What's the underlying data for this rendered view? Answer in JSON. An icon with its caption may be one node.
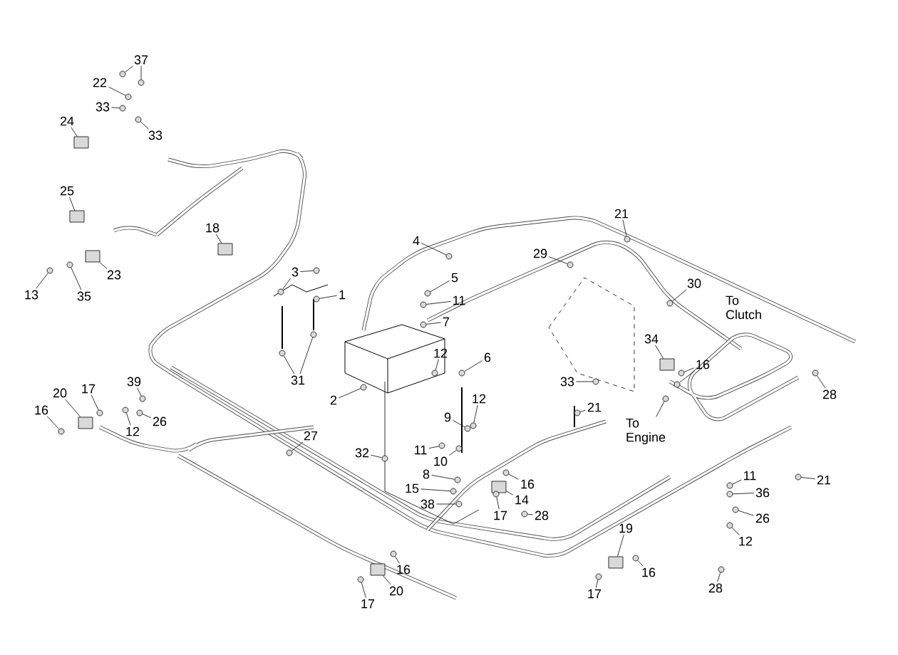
{
  "diagram": {
    "nodes": [
      {
        "text": [
          "37"
        ]
      },
      {
        "text": [
          "22"
        ]
      },
      {
        "text": [
          "33"
        ]
      },
      {
        "text": [
          "33"
        ]
      },
      {
        "text": [
          "24"
        ]
      },
      {
        "text": [
          "25"
        ]
      },
      {
        "text": [
          "23"
        ]
      },
      {
        "text": [
          "13"
        ]
      },
      {
        "text": [
          "35"
        ]
      },
      {
        "text": [
          "18"
        ]
      },
      {
        "text": [
          "3"
        ]
      },
      {
        "text": [
          "1"
        ]
      },
      {
        "text": [
          "31"
        ]
      },
      {
        "text": [
          "2"
        ]
      },
      {
        "text": [
          "4"
        ]
      },
      {
        "text": [
          "5"
        ]
      },
      {
        "text": [
          "11"
        ]
      },
      {
        "text": [
          "7"
        ]
      },
      {
        "text": [
          "12"
        ]
      },
      {
        "text": [
          "6"
        ]
      },
      {
        "text": [
          "12"
        ]
      },
      {
        "text": [
          "9"
        ]
      },
      {
        "text": [
          "11"
        ]
      },
      {
        "text": [
          "10"
        ]
      },
      {
        "text": [
          "8"
        ]
      },
      {
        "text": [
          "15"
        ]
      },
      {
        "text": [
          "38"
        ]
      },
      {
        "text": [
          "32"
        ]
      },
      {
        "text": [
          "27"
        ]
      },
      {
        "text": [
          "16"
        ]
      },
      {
        "text": [
          "14"
        ]
      },
      {
        "text": [
          "17"
        ]
      },
      {
        "text": [
          "28"
        ]
      },
      {
        "text": [
          "16"
        ]
      },
      {
        "text": [
          "20"
        ]
      },
      {
        "text": [
          "17"
        ]
      },
      {
        "text": [
          "16"
        ]
      },
      {
        "text": [
          "20"
        ]
      },
      {
        "text": [
          "17"
        ]
      },
      {
        "text": [
          "39"
        ]
      },
      {
        "text": [
          "12"
        ]
      },
      {
        "text": [
          "26"
        ]
      },
      {
        "text": [
          "21"
        ]
      },
      {
        "text": [
          "29"
        ]
      },
      {
        "text": [
          "30"
        ]
      },
      {
        "text": [
          "34"
        ]
      },
      {
        "text": [
          "16"
        ]
      },
      {
        "text": [
          "33"
        ]
      },
      {
        "text": [
          "21"
        ]
      },
      {
        "text": [
          "21"
        ]
      },
      {
        "text": [
          "11"
        ]
      },
      {
        "text": [
          "36"
        ]
      },
      {
        "text": [
          "26"
        ]
      },
      {
        "text": [
          "12"
        ]
      },
      {
        "text": [
          "19"
        ]
      },
      {
        "text": [
          "16"
        ]
      },
      {
        "text": [
          "17"
        ]
      },
      {
        "text": [
          "28"
        ]
      },
      {
        "text": [
          "28"
        ]
      },
      {
        "text": [
          "To Engine"
        ]
      },
      {
        "text": [],
        "shape": "circle"
      },
      {
        "text": [],
        "shape": "circle"
      },
      {
        "text": [],
        "shape": "circle"
      },
      {
        "text": [],
        "shape": "circle"
      },
      {
        "text": [],
        "shape": "circle"
      },
      {
        "text": [],
        "shape": "box"
      },
      {
        "text": [],
        "shape": "box"
      },
      {
        "text": [],
        "shape": "box"
      },
      {
        "text": [],
        "shape": "circle"
      },
      {
        "text": [],
        "shape": "circle"
      },
      {
        "text": [],
        "shape": "box"
      },
      {
        "text": [],
        "shape": "circle"
      },
      {
        "text": [],
        "shape": "circle"
      },
      {
        "text": [],
        "shape": "circle"
      },
      {
        "text": [],
        "shape": "circle"
      },
      {
        "text": [],
        "shape": "circle"
      },
      {
        "text": [],
        "shape": "circle"
      },
      {
        "text": [],
        "shape": "circle"
      },
      {
        "text": [],
        "shape": "circle"
      },
      {
        "text": [],
        "shape": "circle"
      },
      {
        "text": [],
        "shape": "circle"
      },
      {
        "text": [],
        "shape": "circle"
      },
      {
        "text": [],
        "shape": "circle"
      },
      {
        "text": [],
        "shape": "circle"
      },
      {
        "text": [],
        "shape": "circle"
      },
      {
        "text": [],
        "shape": "circle"
      },
      {
        "text": [],
        "shape": "circle"
      },
      {
        "text": [],
        "shape": "circle"
      },
      {
        "text": [],
        "shape": "circle"
      },
      {
        "text": [],
        "shape": "circle"
      },
      {
        "text": [],
        "shape": "circle"
      },
      {
        "text": [],
        "shape": "circle"
      },
      {
        "text": [],
        "shape": "circle"
      },
      {
        "text": [],
        "shape": "box"
      },
      {
        "text": [],
        "shape": "circle"
      },
      {
        "text": [],
        "shape": "circle"
      },
      {
        "text": [],
        "shape": "circle"
      },
      {
        "text": [],
        "shape": "box"
      },
      {
        "text": [],
        "shape": "circle"
      },
      {
        "text": [],
        "shape": "circle"
      },
      {
        "text": [],
        "shape": "box"
      },
      {
        "text": [],
        "shape": "circle"
      },
      {
        "text": [],
        "shape": "circle"
      },
      {
        "text": [],
        "shape": "circle"
      },
      {
        "text": [],
        "shape": "circle"
      },
      {
        "text": [],
        "shape": "circle"
      },
      {
        "text": [],
        "shape": "circle"
      },
      {
        "text": [],
        "shape": "circle"
      },
      {
        "text": [],
        "shape": "box"
      },
      {
        "text": [],
        "shape": "circle"
      },
      {
        "text": [],
        "shape": "circle"
      },
      {
        "text": [],
        "shape": "circle"
      },
      {
        "text": [],
        "shape": "circle"
      },
      {
        "text": [],
        "shape": "circle"
      },
      {
        "text": [],
        "shape": "circle"
      },
      {
        "text": [],
        "shape": "circle"
      },
      {
        "text": [],
        "shape": "circle"
      },
      {
        "text": [],
        "shape": "circle"
      },
      {
        "text": [],
        "shape": "box"
      },
      {
        "text": [],
        "shape": "circle"
      },
      {
        "text": [],
        "shape": "circle"
      },
      {
        "text": [],
        "shape": "circle"
      },
      {
        "text": [],
        "shape": "circle"
      },
      {
        "text": [],
        "shape": "circle"
      }
    ],
    "edges": [
      {
        "from": 0,
        "to": 60,
        "arrow": "none"
      },
      {
        "from": 0,
        "to": 61,
        "arrow": "none"
      },
      {
        "from": 1,
        "to": 62,
        "arrow": "none"
      },
      {
        "from": 2,
        "to": 63,
        "arrow": "none"
      },
      {
        "from": 3,
        "to": 64,
        "arrow": "none"
      },
      {
        "from": 4,
        "to": 65,
        "arrow": "none"
      },
      {
        "from": 5,
        "to": 66,
        "arrow": "none"
      },
      {
        "from": 6,
        "to": 67,
        "arrow": "none"
      },
      {
        "from": 7,
        "to": 68,
        "arrow": "none"
      },
      {
        "from": 8,
        "to": 69,
        "arrow": "none"
      },
      {
        "from": 9,
        "to": 70,
        "arrow": "none"
      },
      {
        "from": 10,
        "to": 71,
        "arrow": "none"
      },
      {
        "from": 10,
        "to": 72,
        "arrow": "none"
      },
      {
        "from": 11,
        "to": 73,
        "arrow": "none"
      },
      {
        "from": 12,
        "to": 74,
        "arrow": "none"
      },
      {
        "from": 12,
        "to": 75,
        "arrow": "none"
      },
      {
        "from": 13,
        "to": 76,
        "arrow": "none"
      },
      {
        "from": 14,
        "to": 77,
        "arrow": "none"
      },
      {
        "from": 15,
        "to": 78,
        "arrow": "none"
      },
      {
        "from": 16,
        "to": 79,
        "arrow": "none"
      },
      {
        "from": 17,
        "to": 80,
        "arrow": "none"
      },
      {
        "from": 18,
        "to": 81,
        "arrow": "none"
      },
      {
        "from": 19,
        "to": 82,
        "arrow": "none"
      },
      {
        "from": 20,
        "to": 83,
        "arrow": "none"
      },
      {
        "from": 21,
        "to": 84,
        "arrow": "none"
      },
      {
        "from": 22,
        "to": 85,
        "arrow": "none"
      },
      {
        "from": 23,
        "to": 86,
        "arrow": "none"
      },
      {
        "from": 24,
        "to": 87,
        "arrow": "none"
      },
      {
        "from": 25,
        "to": 88,
        "arrow": "none"
      },
      {
        "from": 26,
        "to": 89,
        "arrow": "none"
      },
      {
        "from": 27,
        "to": 90,
        "arrow": "none"
      },
      {
        "from": 28,
        "to": 91,
        "arrow": "none"
      },
      {
        "from": 29,
        "to": 92,
        "arrow": "none"
      },
      {
        "from": 30,
        "to": 93,
        "arrow": "none"
      },
      {
        "from": 31,
        "to": 94,
        "arrow": "none"
      },
      {
        "from": 32,
        "to": 95,
        "arrow": "none"
      },
      {
        "from": 33,
        "to": 96,
        "arrow": "none"
      },
      {
        "from": 34,
        "to": 97,
        "arrow": "none"
      },
      {
        "from": 35,
        "to": 98,
        "arrow": "none"
      },
      {
        "from": 36,
        "to": 99,
        "arrow": "none"
      },
      {
        "from": 37,
        "to": 100,
        "arrow": "none"
      },
      {
        "from": 38,
        "to": 101,
        "arrow": "none"
      },
      {
        "from": 39,
        "to": 102,
        "arrow": "none"
      },
      {
        "from": 40,
        "to": 103,
        "arrow": "none"
      },
      {
        "from": 41,
        "to": 104,
        "arrow": "none"
      },
      {
        "from": 42,
        "to": 105,
        "arrow": "none"
      },
      {
        "from": 43,
        "to": 106,
        "arrow": "none"
      },
      {
        "from": 44,
        "to": 107,
        "arrow": "none"
      },
      {
        "from": 45,
        "to": 108,
        "arrow": "none"
      },
      {
        "from": 46,
        "to": 109,
        "arrow": "none"
      },
      {
        "from": 46,
        "to": 110,
        "arrow": "none"
      },
      {
        "from": 47,
        "to": 111,
        "arrow": "none"
      },
      {
        "from": 48,
        "to": 112,
        "arrow": "none"
      },
      {
        "from": 49,
        "to": 113,
        "arrow": "none"
      },
      {
        "from": 50,
        "to": 114,
        "arrow": "none"
      },
      {
        "from": 51,
        "to": 115,
        "arrow": "none"
      },
      {
        "from": 52,
        "to": 116,
        "arrow": "none"
      },
      {
        "from": 53,
        "to": 117,
        "arrow": "none"
      },
      {
        "from": 54,
        "to": 118,
        "arrow": "none"
      },
      {
        "from": 55,
        "to": 119,
        "arrow": "none"
      },
      {
        "from": 56,
        "to": 120,
        "arrow": "none"
      },
      {
        "from": 57,
        "to": 121,
        "arrow": "none"
      },
      {
        "from": 58,
        "to": 122,
        "arrow": "none"
      },
      {
        "from": 59,
        "to": 123,
        "arrow": "none"
      }
    ],
    "labels": [
      "To Clutch"
    ]
  }
}
